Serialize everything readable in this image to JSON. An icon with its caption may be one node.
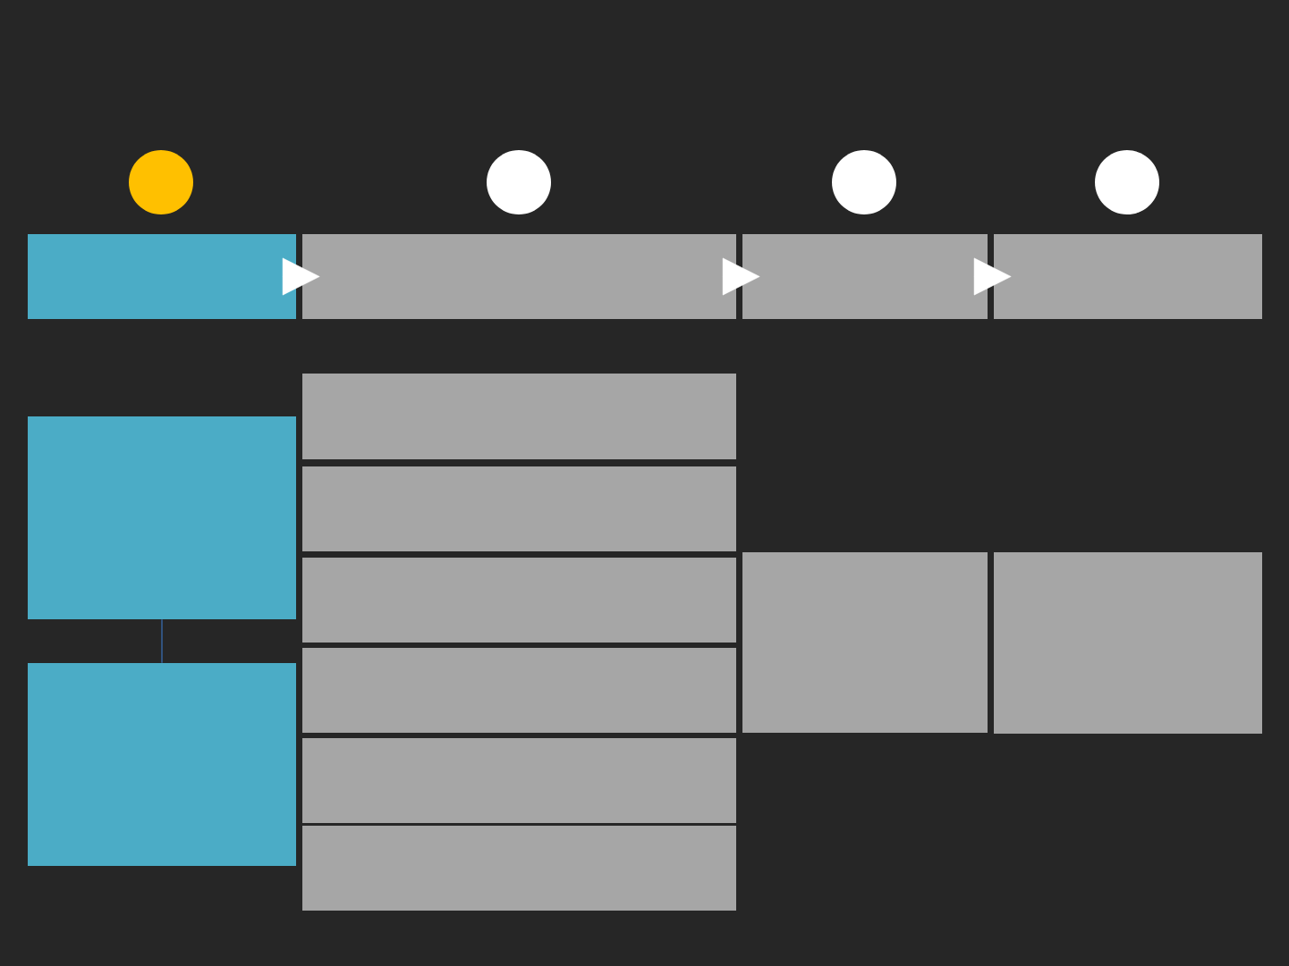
{
  "diagram": {
    "nodes": [
      {
        "text": [],
        "shape": "circle"
      },
      {
        "text": [],
        "shape": "circle"
      },
      {
        "text": [],
        "shape": "circle"
      },
      {
        "text": [],
        "shape": "circle"
      },
      {
        "text": [],
        "shape": "box"
      },
      {
        "text": [],
        "shape": "box"
      },
      {
        "text": [],
        "shape": "box"
      },
      {
        "text": [],
        "shape": "box"
      },
      {
        "text": [],
        "shape": "box"
      },
      {
        "text": [],
        "shape": "box"
      },
      {
        "text": [],
        "shape": "box"
      },
      {
        "text": [],
        "shape": "box"
      },
      {
        "text": [],
        "shape": "box"
      },
      {
        "text": [],
        "shape": "box"
      },
      {
        "text": [],
        "shape": "box"
      },
      {
        "text": [],
        "shape": "box"
      },
      {
        "text": [],
        "shape": "box"
      },
      {
        "text": [],
        "shape": "box"
      }
    ],
    "edges": [
      {
        "from": 4,
        "to": 5,
        "arrow": "to"
      },
      {
        "from": 5,
        "to": 6,
        "arrow": "to"
      },
      {
        "from": 6,
        "to": 7,
        "arrow": "to"
      },
      {
        "from": 8,
        "to": 9,
        "arrow": "none",
        "color": "#3d7fd6"
      }
    ]
  }
}
